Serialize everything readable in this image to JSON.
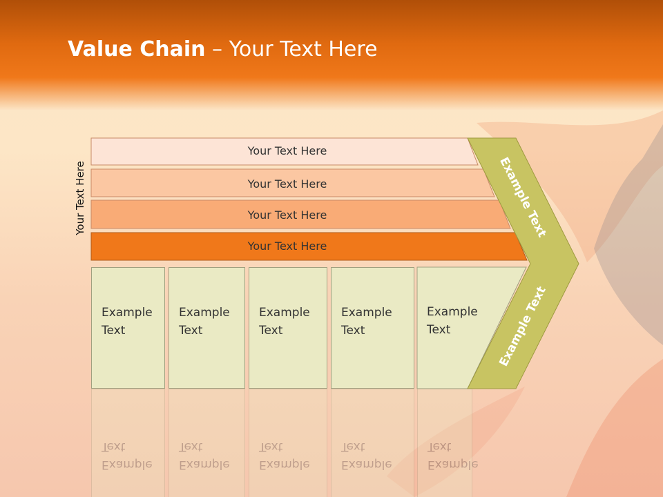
{
  "title": {
    "bold": "Value Chain",
    "rest": " – Your Text Here"
  },
  "side_label": "Your Text Here",
  "bars": [
    {
      "label": "Your Text Here",
      "color": "#fde4d6"
    },
    {
      "label": "Your Text Here",
      "color": "#fbc7a2"
    },
    {
      "label": "Your Text Here",
      "color": "#f9ab76"
    },
    {
      "label": "Your Text Here",
      "color": "#f0781a"
    }
  ],
  "boxes": [
    {
      "line1": "Example",
      "line2": "Text"
    },
    {
      "line1": "Example",
      "line2": "Text"
    },
    {
      "line1": "Example",
      "line2": "Text"
    },
    {
      "line1": "Example",
      "line2": "Text"
    },
    {
      "line1": "Example",
      "line2": "Text"
    }
  ],
  "chevron": {
    "top_label": "Example Text",
    "bottom_label": "Example Text",
    "color": "#c8c462"
  },
  "colors": {
    "title_bar": "#e06a10",
    "box_fill": "#eaeac4"
  }
}
